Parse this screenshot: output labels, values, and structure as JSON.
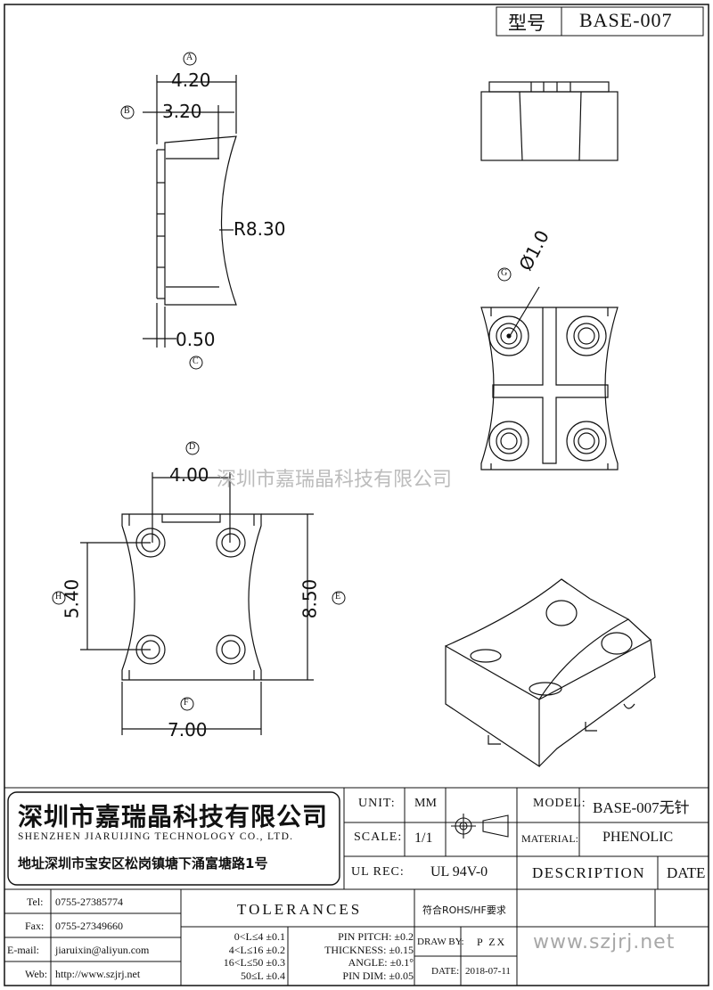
{
  "model_box": {
    "label": "型号",
    "value": "BASE-007"
  },
  "dims": {
    "a_label": "A",
    "a_value": "4.20",
    "b_label": "B",
    "b_value": "3.20",
    "r_value": "R8.30",
    "c_label": "C",
    "c_value": "0.50",
    "g_label": "G",
    "g_value": "Ø1.0",
    "d_label": "D",
    "d_value": "4.00",
    "h_label": "H",
    "h_value": "5.40",
    "e_label": "E",
    "e_value": "8.50",
    "f_label": "F",
    "f_value": "7.00"
  },
  "watermark": "深圳市嘉瑞晶科技有限公司",
  "company": {
    "name_cn": "深圳市嘉瑞晶科技有限公司",
    "name_en": "SHENZHEN JIARUIJING TECHNOLOGY CO., LTD.",
    "address": "地址深圳市宝安区松岗镇塘下涌富塘路1号"
  },
  "contact": {
    "tel_label": "Tel:",
    "tel": "0755-27385774",
    "fax_label": "Fax:",
    "fax": "0755-27349660",
    "email_label": "E-mail:",
    "email": "jiaruixin@aliyun.com",
    "web_label": "Web:",
    "web": "http://www.szjrj.net"
  },
  "title_block": {
    "unit_label": "UNIT:",
    "unit": "MM",
    "scale_label": "SCALE:",
    "scale": "1/1",
    "ulrec_label": "UL REC:",
    "ulrec": "UL 94V-0",
    "model_label": "MODEL:",
    "model": "BASE-007无针",
    "material_label": "MATERIAL:",
    "material": "PHENOLIC",
    "description_label": "DESCRIPTION",
    "date_header": "DATE",
    "tolerances_label": "TOLERANCES",
    "rohs": "符合ROHS/HF要求",
    "tol_lines": [
      "0<L≤4 ±0.1",
      "4<L≤16 ±0.2",
      "16<L≤50 ±0.3",
      "50≤L ±0.4"
    ],
    "pin_lines": [
      "PIN PITCH: ±0.2",
      "THICKNESS: ±0.15",
      "ANGLE: ±0.1°",
      "PIN DIM: ±0.05"
    ],
    "draw_by_label": "DRAW BY:",
    "draw_by": "P ZX",
    "date_label": "DATE:",
    "date": "2018-07-11",
    "website": "www.szjrj.net"
  }
}
